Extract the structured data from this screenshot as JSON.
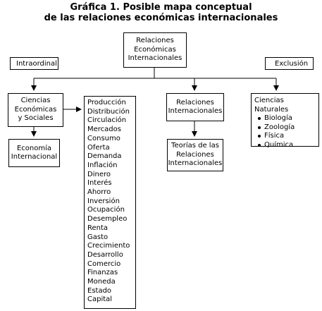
{
  "title": {
    "line1": "Gráfica 1. Posible mapa conceptual",
    "line2": "de las relaciones económicas internacionales"
  },
  "top_box": {
    "line1": "Relaciones",
    "line2": "Económicas",
    "line3": "Internacionales"
  },
  "intraordinal_label": "Intraordinal",
  "exclusion_label": "Exclusión",
  "ciencias_box": {
    "line1": "Ciencias",
    "line2": "Económicas",
    "line3": "y Sociales"
  },
  "economia_box": {
    "line1": "Economía",
    "line2": "Internacional"
  },
  "concepts_list": [
    "Producción",
    "Distribución",
    "Circulación",
    "Mercados",
    "Consumo",
    "Oferta",
    "Demanda",
    "Inflación",
    "Dinero",
    "Interés",
    "Ahorro",
    "Inversión",
    "Ocupación",
    "Desempleo",
    "Renta",
    "Gasto",
    "Crecimiento",
    "Desarrollo",
    "Comercio",
    "Finanzas",
    "Moneda",
    "Estado",
    "Capital"
  ],
  "relaciones_box": {
    "line1": "Relaciones",
    "line2": "Internacionales"
  },
  "teorias_box": {
    "line1": "Teorías de las",
    "line2": "Relaciones",
    "line3": "Internacionales"
  },
  "naturales_box": {
    "heading": "Ciencias Naturales",
    "items": [
      "Biología",
      "Zoología",
      "Física",
      "Química"
    ]
  }
}
